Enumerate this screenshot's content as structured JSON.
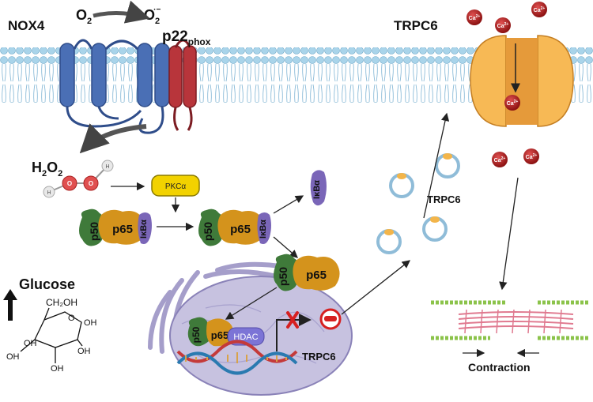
{
  "membrane": {
    "nox4_label": "NOX4",
    "p22_label": "p22",
    "p22_sub": "phox",
    "o2_label": "O",
    "o2_sub": "2",
    "superoxide_label": "O",
    "superoxide_sub": "2",
    "superoxide_sup": "·−",
    "trpc6_label": "TRPC6"
  },
  "ros": {
    "h2o2_label": "H",
    "h2o2_sub1": "2",
    "h2o2_mid": "O",
    "h2o2_sub2": "2",
    "atom_o": "O",
    "atom_h": "H"
  },
  "signaling": {
    "pkca": "PKCα",
    "p50": "p50",
    "p65": "p65",
    "ikba": "IκBα",
    "hdac": "HDAC",
    "trpc6_gene": "TRPC6",
    "trpc6_vesicles": "TRPC6"
  },
  "calcium": {
    "ion_label": "Ca",
    "ion_sup": "2+"
  },
  "glucose": {
    "title": "Glucose",
    "ch2oh": "CH₂OH",
    "oh": "OH",
    "ring_o": "O"
  },
  "muscle": {
    "label": "Contraction"
  },
  "colors": {
    "membrane_head": "#a9d4ea",
    "nox4": "#4a6fb5",
    "p22": "#b8353b",
    "p50": "#3f7a3a",
    "p65": "#d4931c",
    "ikba": "#7a66b8",
    "pkca": "#f2d200",
    "hdac": "#7c74d6",
    "calcium": "#a81c1c",
    "channel": "#f7b955",
    "nucleus": "#c7c2e0"
  }
}
